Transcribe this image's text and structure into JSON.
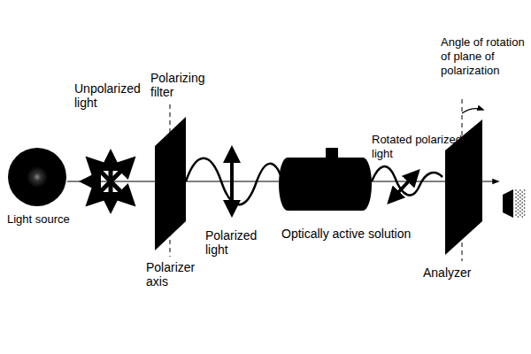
{
  "diagram": {
    "labels": [
      "Polarizing filter",
      "Unpolarized light",
      "Light source",
      "Polarizer axis",
      "Polarized light",
      "Optically active solution",
      "Rotated polarized light",
      "Angle of rotation of plane of polarization",
      "Analyzer"
    ]
  }
}
